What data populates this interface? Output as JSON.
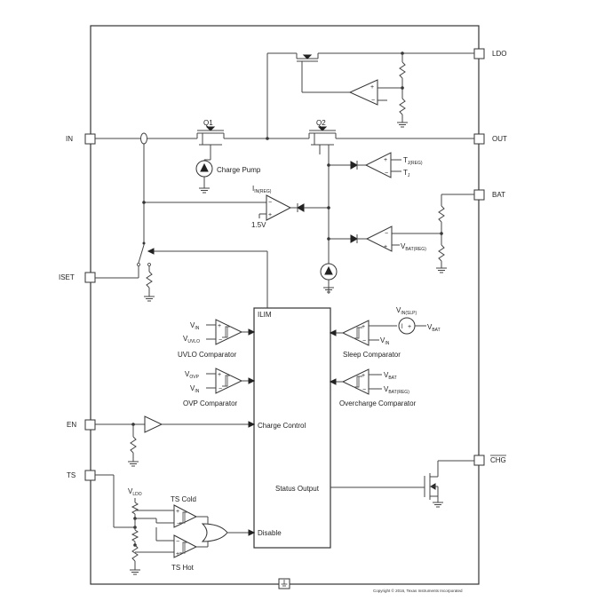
{
  "pins": {
    "in": "IN",
    "iset": "ISET",
    "en": "EN",
    "ts": "TS",
    "ldo": "LDO",
    "out": "OUT",
    "bat": "BAT",
    "chg": "CHG"
  },
  "transistors": {
    "q1": "Q1",
    "q2": "Q2"
  },
  "blocks": {
    "charge_pump": "Charge Pump",
    "ilim": "ILIM",
    "charge_control": "Charge Control",
    "status_output": "Status Output",
    "disable": "Disable"
  },
  "comparators": {
    "uvlo": "UVLO Comparator",
    "ovp": "OVP Comparator",
    "sleep": "Sleep Comparator",
    "overcharge": "Overcharge Comparator",
    "ts_cold": "TS Cold",
    "ts_hot": "TS Hot"
  },
  "signals": {
    "iin_reg": {
      "main": "I",
      "sub": "IN(REG)"
    },
    "v1_5": "1.5V",
    "tj_reg": {
      "main": "T",
      "sub": "J(REG)"
    },
    "tj": {
      "main": "T",
      "sub": "J"
    },
    "vbat_reg_amp": {
      "main": "V",
      "sub": "BAT(REG)"
    },
    "vin_slp": {
      "main": "V",
      "sub": "IN(SLP)"
    },
    "vbat_sleep": {
      "main": "V",
      "sub": "BAT"
    },
    "vin_sleep": {
      "main": "V",
      "sub": "IN"
    },
    "vbat_oc": {
      "main": "V",
      "sub": "BAT"
    },
    "vbat_reg_oc": {
      "main": "V",
      "sub": "BAT(REG)"
    },
    "vin_uvlo": {
      "main": "V",
      "sub": "IN"
    },
    "vuvlo": {
      "main": "V",
      "sub": "UVLO"
    },
    "vovp": {
      "main": "V",
      "sub": "OVP"
    },
    "vin_ovp": {
      "main": "V",
      "sub": "IN"
    },
    "vldo": {
      "main": "V",
      "sub": "LDO"
    }
  },
  "copyright": "Copyright © 2016, Texas Instruments Incorporated"
}
